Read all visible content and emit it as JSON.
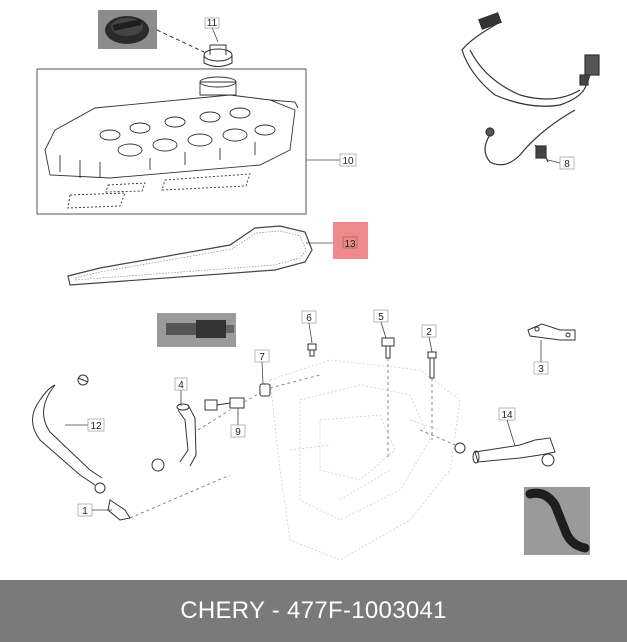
{
  "callouts": {
    "c1": "1",
    "c2": "2",
    "c3": "3",
    "c4": "4",
    "c5": "5",
    "c6": "6",
    "c7": "7",
    "c8": "8",
    "c9": "9",
    "c10": "10",
    "c11": "11",
    "c12": "12",
    "c13": "13",
    "c14": "14"
  },
  "highlight_color": "#f08a8a",
  "footer": {
    "text": "CHERY - 477F-1003041"
  }
}
